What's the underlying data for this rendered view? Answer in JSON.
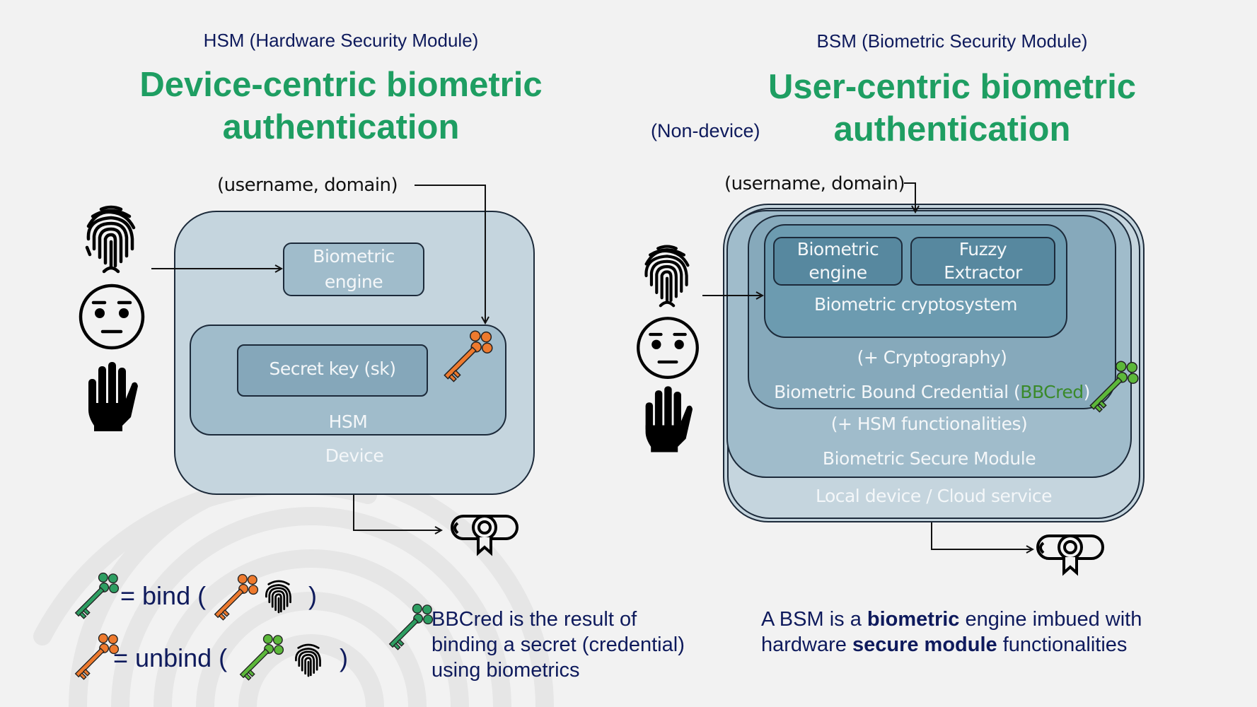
{
  "left": {
    "subtitle": "HSM (Hardware Security Module)",
    "title_line1": "Device-centric biometric",
    "title_line2": "authentication",
    "input_label": "(username, domain)",
    "biometric_engine_line1": "Biometric",
    "biometric_engine_line2": "engine",
    "secret_key": "Secret key (sk)",
    "hsm_label": "HSM",
    "device_label": "Device"
  },
  "right": {
    "subtitle": "BSM (Biometric Security Module)",
    "title_line1": "User-centric biometric",
    "title_line2": "authentication",
    "non_device": "(Non-device)",
    "input_label": "(username, domain)",
    "biometric_engine_line1": "Biometric",
    "biometric_engine_line2": "engine",
    "fuzzy_line1": "Fuzzy",
    "fuzzy_line2": "Extractor",
    "cryptosystem": "Biometric cryptosystem",
    "cryptography": "(+ Cryptography)",
    "bbcred_prefix": "Biometric Bound Credential (",
    "bbcred_highlight": "BBCred",
    "bbcred_suffix": ")",
    "hsm_func": "(+ HSM functionalities)",
    "secure_module": "Biometric Secure Module",
    "local_cloud": "Local device / Cloud service"
  },
  "legend": {
    "bind_text": "= bind (",
    "unbind_text": "= unbind (",
    "close_paren": ")",
    "bbcred_line1": "BBCred is the result of",
    "bbcred_line2": "binding a secret (credential)",
    "bbcred_line3": "using biometrics"
  },
  "bsm_note": {
    "part1": "A BSM is a ",
    "bold1": "biometric",
    "part2": " engine imbued with",
    "part3": "hardware ",
    "bold2": "secure module",
    "part4": " functionalities"
  },
  "colors": {
    "title_green": "#1e9e62",
    "navy_text": "#0e1a5c",
    "key_orange": "#ee7a2e",
    "key_green": "#2e9e62",
    "key_lightgreen": "#5cb83a",
    "bbcred_green": "#3a8a2a"
  }
}
